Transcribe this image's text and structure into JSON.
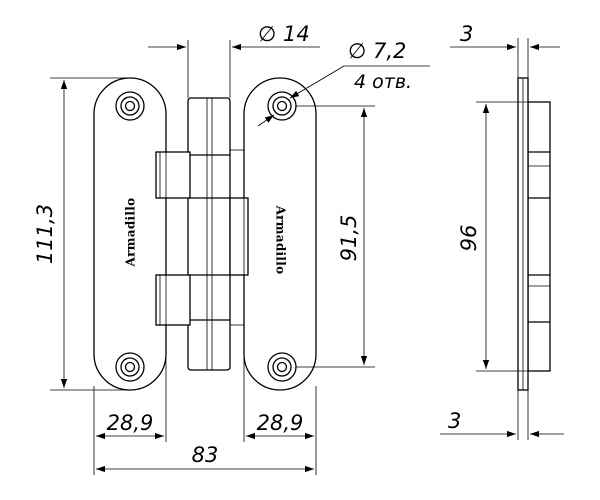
{
  "dimensions": {
    "total_height": "111,3",
    "leaf_width_left": "28,9",
    "leaf_width_right": "28,9",
    "total_width": "83",
    "knuckle_diameter": "∅ 14",
    "hole_diameter": "∅ 7,2",
    "hole_count": "4 отв.",
    "hole_spacing": "91,5",
    "side_height": "96",
    "thickness_top": "3",
    "thickness_bottom": "3"
  },
  "brand": {
    "logo_text": "Armadillo"
  }
}
